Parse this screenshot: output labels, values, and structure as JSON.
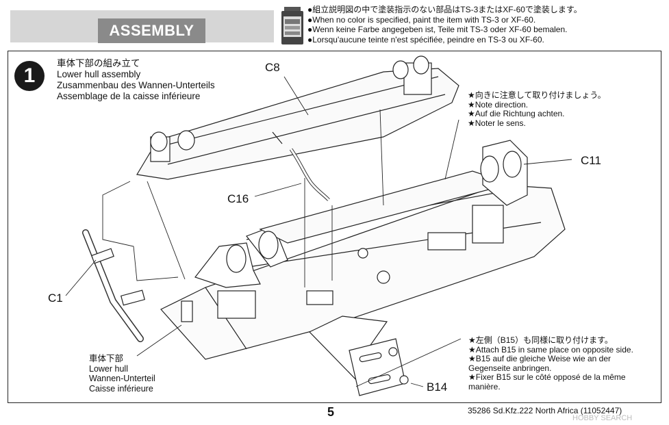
{
  "header": {
    "section_title": "ASSEMBLY",
    "paint_notes": [
      "●組立説明図の中で塗装指示のない部品はTS-3またはXF-60で塗装します。",
      "●When no color is specified, paint the item with TS-3 or XF-60.",
      "●Wenn keine Farbe angegeben ist, Teile mit TS-3 oder XF-60 bemalen.",
      "●Lorsqu'aucune teinte n'est spécifiée, peindre en TS-3 ou XF-60."
    ]
  },
  "step": {
    "number": "1",
    "title_lines": [
      "車体下部の組み立て",
      "Lower hull assembly",
      "Zusammenbau des Wannen-Unterteils",
      "Assemblage de la caisse inférieure"
    ]
  },
  "part_labels": {
    "c8": "C8",
    "c11": "C11",
    "c16": "C16",
    "c1": "C1",
    "b14": "B14"
  },
  "notes": {
    "direction": [
      "★向きに注意して取り付けましょう。",
      "★Note direction.",
      "★Auf die Richtung achten.",
      "★Noter le sens."
    ],
    "attach_b15": [
      "★左側（B15）も同様に取り付けます。",
      "★Attach B15 in same place on opposite side.",
      "★B15 auf die gleiche Weise wie an der",
      "Gegenseite anbringen.",
      "★Fixer B15 sur le côté opposé de la même",
      "manière."
    ]
  },
  "hull_label": [
    "車体下部",
    "Lower hull",
    "Wannen-Unterteil",
    "Caisse inférieure"
  ],
  "footer": {
    "page_number": "5",
    "kit_code": "35286 Sd.Kfz.222 North Africa (11052447)",
    "watermark": "HOBBY SEARCH"
  }
}
